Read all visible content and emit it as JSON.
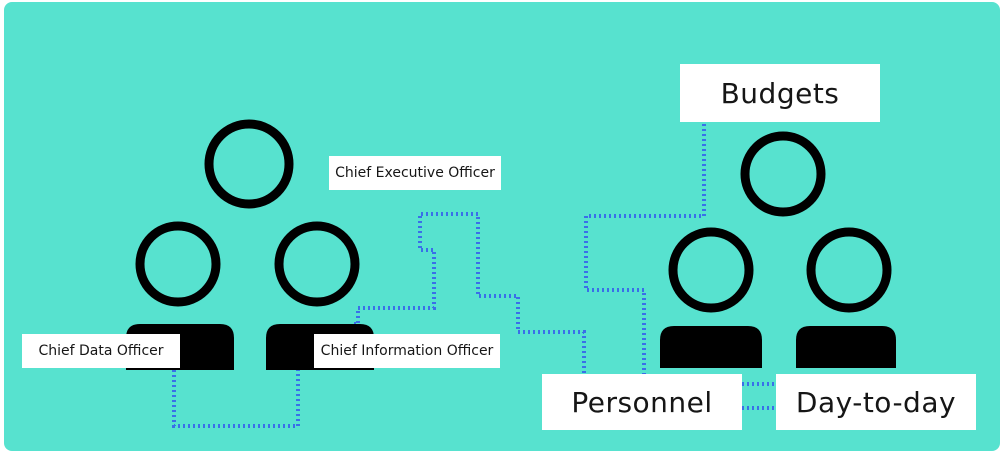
{
  "colors": {
    "background": "#57e2cf",
    "figure": "#000000",
    "connector": "#3a6fe8",
    "label_background": "#ffffff"
  },
  "left_group": {
    "roles": {
      "ceo": "Chief Executive Officer",
      "cdo": "Chief Data Officer",
      "cio": "Chief Information Officer"
    }
  },
  "right_group": {
    "responsibilities": {
      "budgets": "Budgets",
      "personnel": "Personnel",
      "day_to_day": "Day-to-day"
    }
  }
}
